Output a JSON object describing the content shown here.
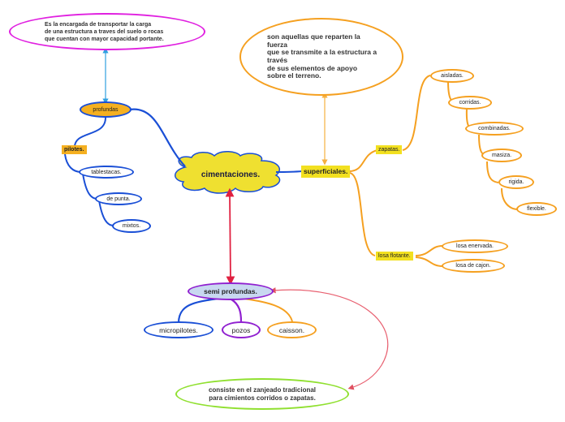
{
  "central": {
    "label": "cimentaciones."
  },
  "profundas": {
    "label": "profundas",
    "definition": "Es la encargada de transportar la carga\nde una estructura a traves del suelo o rocas\nque cuentan con mayor capacidad portante.",
    "pilotes": {
      "label": "pilotes.",
      "items": [
        "tablestacas.",
        "de punta.",
        "mixtos."
      ]
    }
  },
  "superficiales": {
    "label": "superficiales.",
    "definition": "son aquellas que reparten la\nfuerza\nque se transmite a la estructura a\ntravés\nde sus elementos de apoyo\nsobre el terreno.",
    "zapatas": {
      "label": "zapatas.",
      "items": [
        "aisladas.",
        "corridas.",
        "combinadas.",
        "masiza.",
        "rigida.",
        "flexible."
      ]
    },
    "losa": {
      "label": "losa flotante.",
      "items": [
        "losa enervada.",
        "losa de cajon."
      ]
    }
  },
  "semi": {
    "label": "semi profundas.",
    "items": [
      "micropilotes.",
      "pozos",
      "caisson."
    ],
    "definition": "consiste en el zanjeado tradicional\npara cimientos corridos o zapatas."
  },
  "colors": {
    "blue": "#1a4fd6",
    "magenta": "#e020e0",
    "orange": "#f5a020",
    "yellow": "#f2e020",
    "lime": "#90e030",
    "purple": "#9020d0",
    "red": "#e03050",
    "cyan": "#30a0e0"
  }
}
